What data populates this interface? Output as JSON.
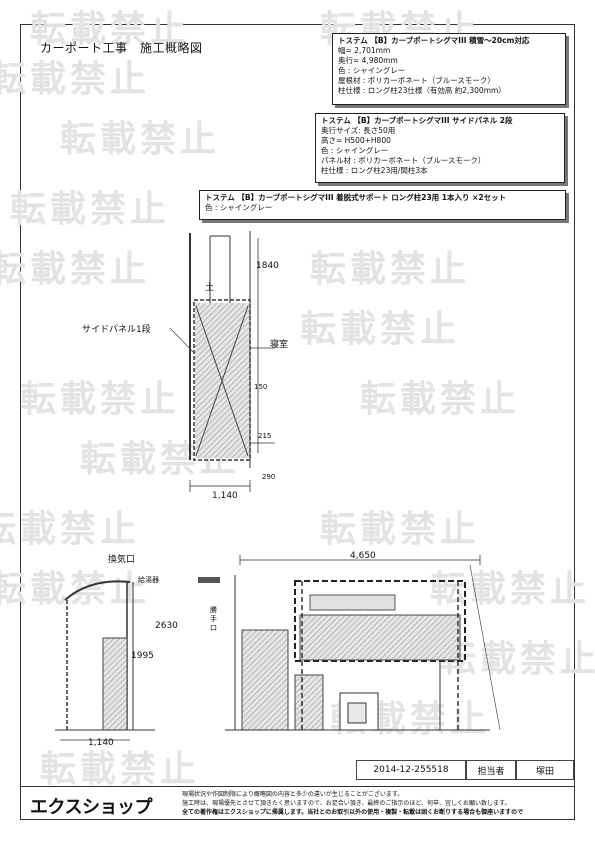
{
  "title": "カーポート工事　施工概略図",
  "spec_box_1": {
    "heading": "トステム 【B】カーブポートシグマIII 積雪～20cm対応",
    "lines": [
      "幅= 2,701mm",
      "奥行= 4,980mm",
      "色 : シャイングレー",
      "屋根材 : ポリカーボネート（ブルースモーク）",
      "柱仕様 : ロング柱23仕様（有効高 約2,300mm）"
    ]
  },
  "spec_box_2": {
    "heading": "トステム 【B】カーブポートシグマIII サイドパネル 2段",
    "lines": [
      "奥行サイズ: 長さ50用",
      "高さ= H500+H800",
      "色 : シャイングレー",
      "パネル材 : ポリカーボネート（ブルースモーク）",
      "柱仕様 : ロング柱23用/間柱3本"
    ]
  },
  "spec_box_3": {
    "heading": "トステム 【B】カーブポートシグマIII 着脱式サポート ロング柱23用 1本入り ×2セット",
    "lines": [
      "色 : シャイングレー"
    ]
  },
  "watermark": "転載禁止",
  "plan": {
    "side_panel_label": "サイドパネル1段",
    "soil_label": "土",
    "neighbor_label": "寝室",
    "dim_1140": "1,140",
    "dim_290": "290",
    "dim_215": "215",
    "dim_150": "150",
    "dim_vertical": "1840"
  },
  "elevation": {
    "vent_label": "換気口",
    "outdoor_unit_label": "給湯器",
    "dim_1140": "1,140",
    "dim_height": "2630",
    "dim_height_2": "1995",
    "dim_4650": "4,650",
    "window_label": "勝手口"
  },
  "info_bar": {
    "doc_number": "2014-12-255518",
    "person_label": "担当者",
    "person_name": "塚田"
  },
  "footer": {
    "logo": "エクスショップ",
    "note_1": "現場状況や作図制限により概略図の内容と多少の違いが生じることがございます。",
    "note_2": "施工時は、現場優先とさせて頂きたく思いますので、お足合い頂き、最終のご指示のほど、何卒、宜しくお願い致します。",
    "note_3": "全ての著作権はエクスショップに帰属します。当社とのお取引以外の使用・複製・転載は固くお断りする場合も御座いますので"
  }
}
